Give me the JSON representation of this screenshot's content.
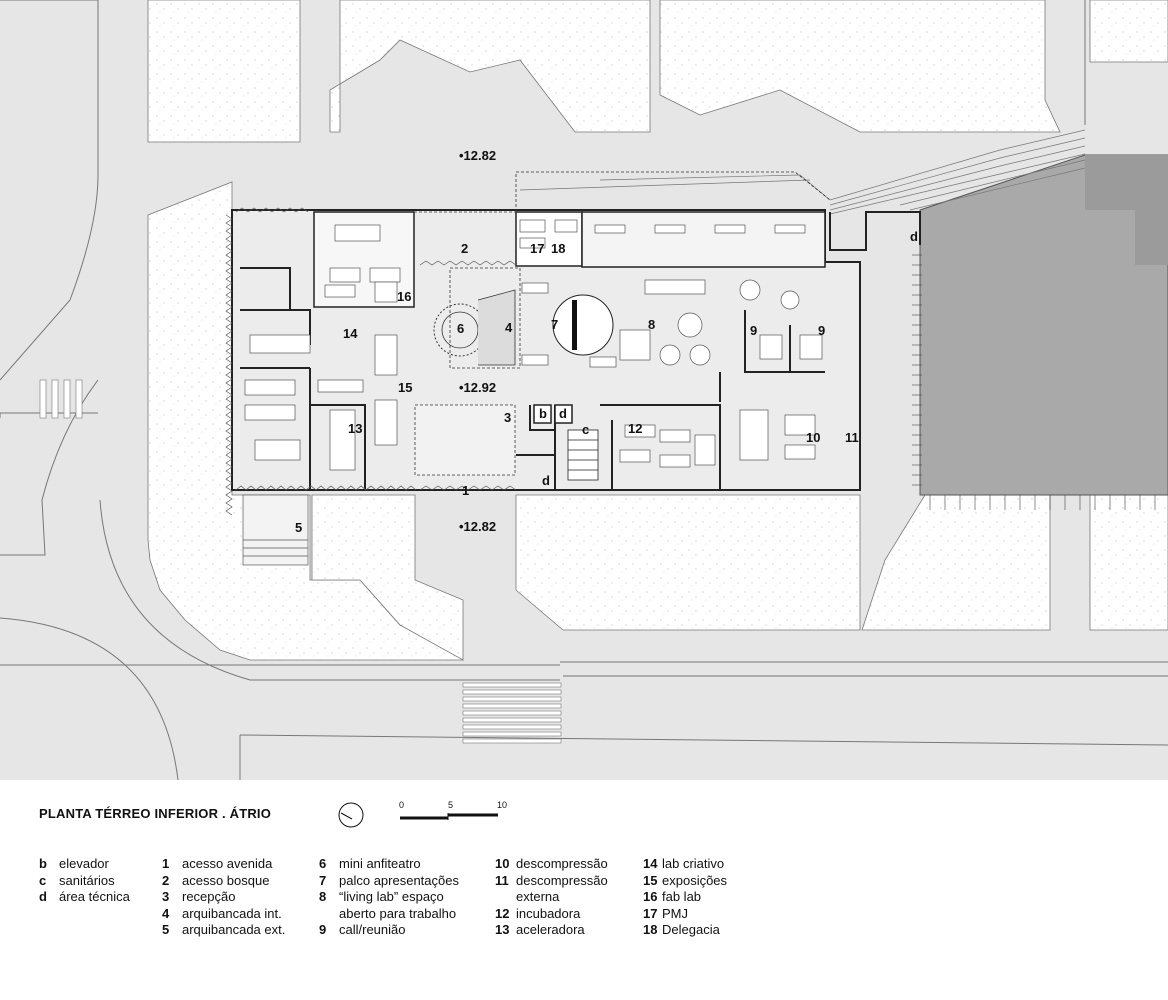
{
  "title": "PLANTA TÉRREO INFERIOR . ÁTRIO",
  "scale": {
    "labels": [
      "0",
      "5",
      "10"
    ]
  },
  "elevations": {
    "top": "•12.82",
    "center": "•12.92",
    "bottom": "•12.82"
  },
  "rooms": {
    "r1": "1",
    "r2": "2",
    "r3": "3",
    "r4": "4",
    "r5": "5",
    "r6": "6",
    "r7": "7",
    "r8": "8",
    "r9a": "9",
    "r9b": "9",
    "r10": "10",
    "r11": "11",
    "r12": "12",
    "r13": "13",
    "r14": "14",
    "r15": "15",
    "r16": "16",
    "r17": "17",
    "r18": "18",
    "rb": "b",
    "rc": "c",
    "rd1": "d",
    "rd2": "d",
    "rd3": "d"
  },
  "legend": {
    "col1": [
      {
        "key": "b",
        "text": "elevador"
      },
      {
        "key": "c",
        "text": "sanitários"
      },
      {
        "key": "d",
        "text": "área técnica"
      }
    ],
    "col2": [
      {
        "key": "1",
        "text": "acesso avenida"
      },
      {
        "key": "2",
        "text": "acesso bosque"
      },
      {
        "key": "3",
        "text": "recepção"
      },
      {
        "key": "4",
        "text": "arquibancada int."
      },
      {
        "key": "5",
        "text": "arquibancada ext."
      }
    ],
    "col3": [
      {
        "key": "6",
        "text": "mini anfiteatro"
      },
      {
        "key": "7",
        "text": "palco apresentações"
      },
      {
        "key": "8",
        "text": "“living lab” espaço"
      },
      {
        "key": "",
        "text": "aberto para trabalho"
      },
      {
        "key": "9",
        "text": "call/reunião"
      }
    ],
    "col4": [
      {
        "key": "10",
        "text": "descompressão"
      },
      {
        "key": "11",
        "text": "descompressão"
      },
      {
        "key": "",
        "text": "externa"
      },
      {
        "key": "12",
        "text": "incubadora"
      },
      {
        "key": "13",
        "text": "aceleradora"
      }
    ],
    "col5": [
      {
        "key": "14",
        "text": "lab criativo"
      },
      {
        "key": "15",
        "text": "exposições"
      },
      {
        "key": "16",
        "text": "fab lab"
      },
      {
        "key": "17",
        "text": "PMJ"
      },
      {
        "key": "18",
        "text": "Delegacia"
      }
    ]
  }
}
